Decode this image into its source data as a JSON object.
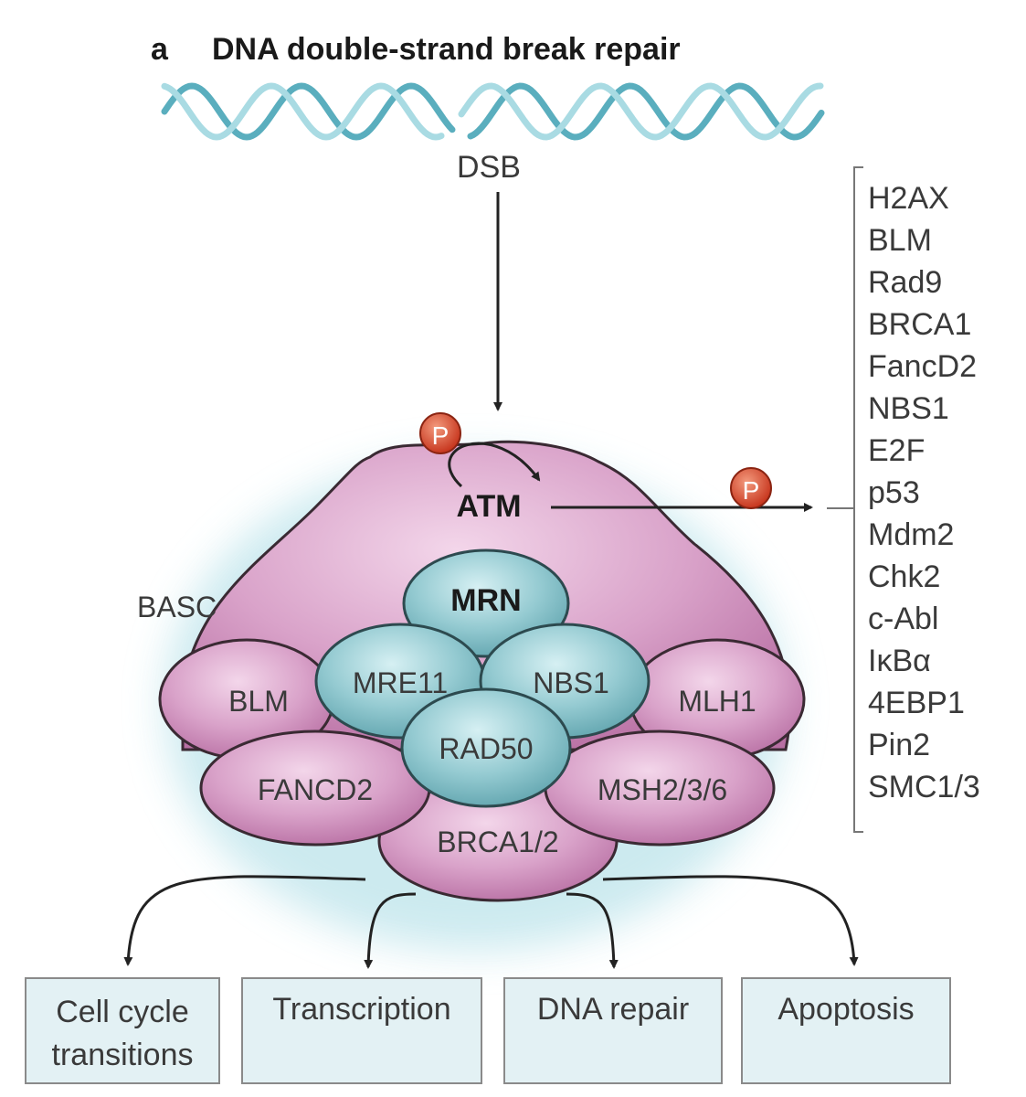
{
  "title": {
    "panel_letter": "a",
    "text": "DNA double-strand break repair"
  },
  "dsb_label": "DSB",
  "phospho_label": "P",
  "atm_label": "ATM",
  "basc_label": "BASC",
  "mrn_label": "MRN",
  "mrn_components": [
    "MRE11",
    "NBS1",
    "RAD50"
  ],
  "basc_components": [
    "BLM",
    "MLH1",
    "FANCD2",
    "MSH2/3/6",
    "BRCA1/2"
  ],
  "substrates": [
    "H2AX",
    "BLM",
    "Rad9",
    "BRCA1",
    "FancD2",
    "NBS1",
    "E2F",
    "p53",
    "Mdm2",
    "Chk2",
    "c-Abl",
    "IκBα",
    "4EBP1",
    "Pin2",
    "SMC1/3"
  ],
  "outcomes": [
    {
      "line1": "Cell cycle",
      "line2": "transitions"
    },
    {
      "line1": "Transcription",
      "line2": ""
    },
    {
      "line1": "DNA repair",
      "line2": ""
    },
    {
      "line1": "Apoptosis",
      "line2": ""
    }
  ],
  "colors": {
    "pink_fill": "#d9a2c9",
    "pink_stroke": "#3a2a33",
    "blue_fill": "#88c3cb",
    "glow": "#c7e8ee",
    "phospho": "#d8442a",
    "box_fill": "#e3f1f4",
    "dna_blue": "#6ab7c6"
  }
}
